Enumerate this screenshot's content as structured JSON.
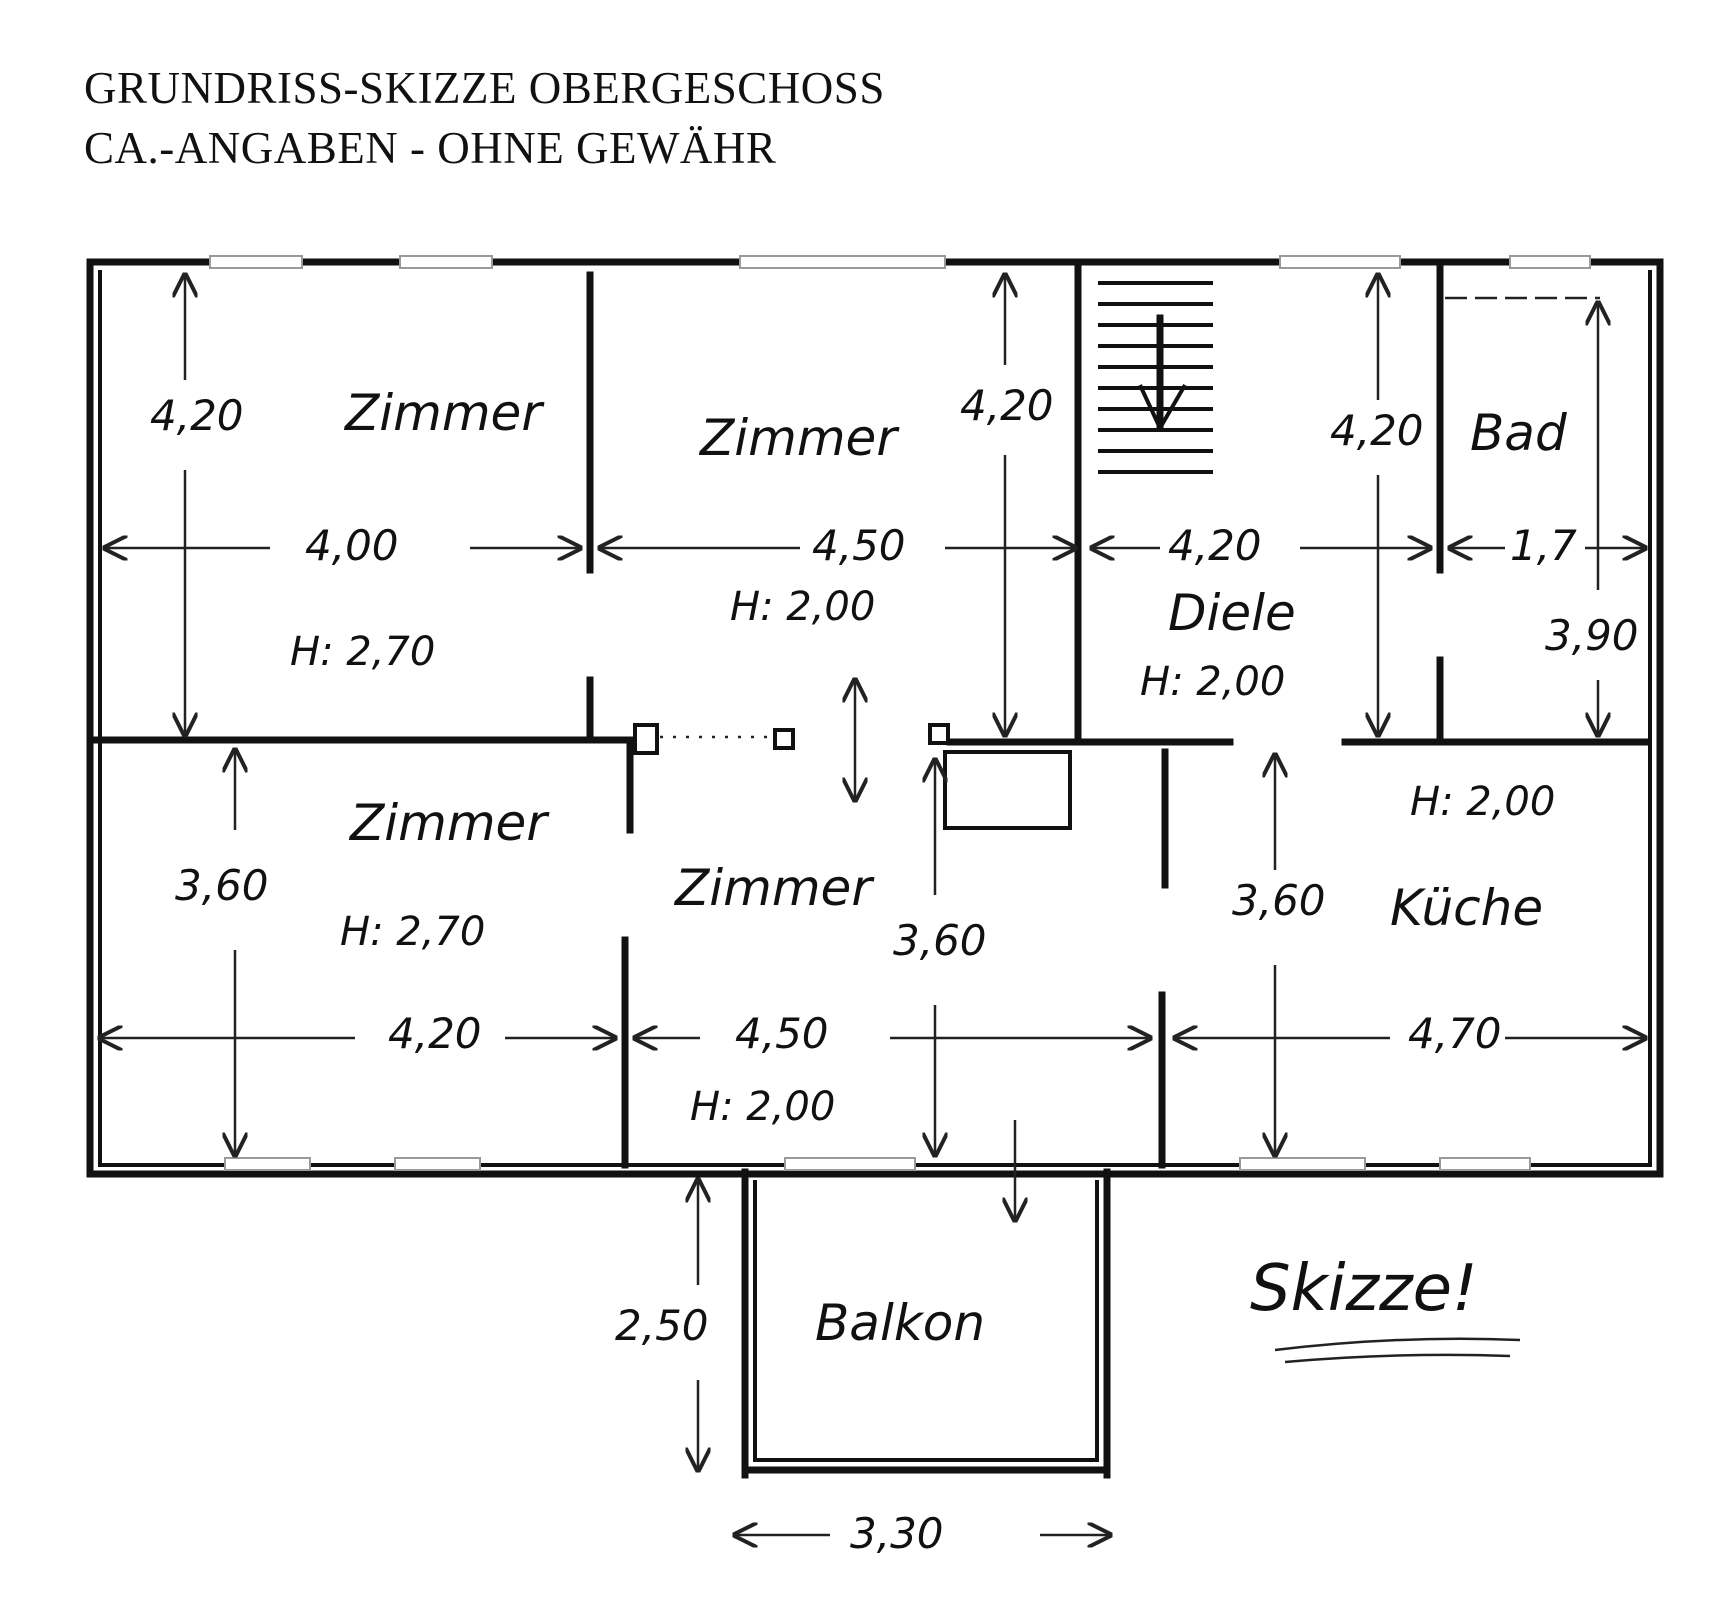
{
  "header": {
    "line1": "GRUNDRISS-SKIZZE OBERGESCHOSS",
    "line2": "CA.-ANGABEN - OHNE GEWÄHR"
  },
  "rooms": {
    "zimmer_nw": {
      "label": "Zimmer",
      "width": "4,00",
      "depth": "4,20",
      "height": "H: 2,70"
    },
    "zimmer_n": {
      "label": "Zimmer",
      "width": "4,50",
      "depth": "4,20",
      "height": "H: 2,00"
    },
    "diele": {
      "label": "Diele",
      "width": "4,20",
      "depth": "4,20",
      "height": "H: 2,00"
    },
    "bad": {
      "label": "Bad",
      "width": "1,7",
      "depth": "3,90"
    },
    "zimmer_sw": {
      "label": "Zimmer",
      "width": "4,20",
      "depth": "3,60",
      "height": "H: 2,70"
    },
    "zimmer_s": {
      "label": "Zimmer",
      "width": "4,50",
      "depth": "3,60",
      "height": "H: 2,00"
    },
    "kueche": {
      "label": "Küche",
      "width": "4,70",
      "depth": "3,60",
      "height": "H: 2,00"
    },
    "balkon": {
      "label": "Balkon",
      "width": "3,30",
      "depth": "2,50"
    }
  },
  "note": "Skizze!"
}
